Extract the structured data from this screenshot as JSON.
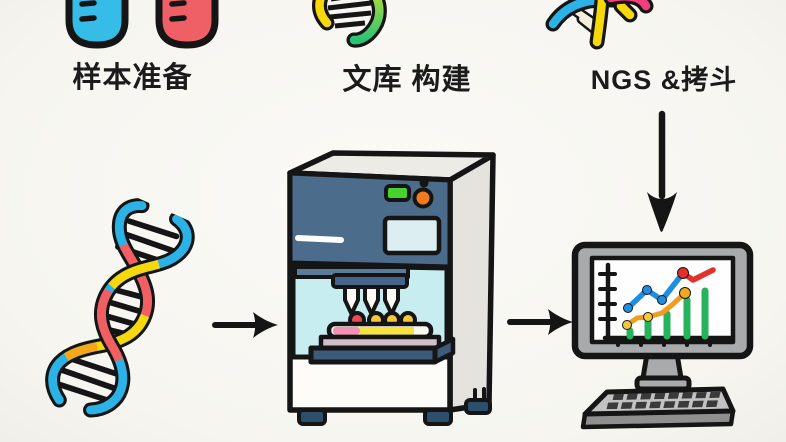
{
  "title": "NGS workflow cartoon diagram",
  "background_color": "#f8f7f3",
  "outline_color": "#151515",
  "steps": [
    {
      "id": "sample-prep",
      "label": "样本准备",
      "icon": "test-tubes-icon"
    },
    {
      "id": "library-construction",
      "label": "文库 构建",
      "icon": "dna-segment-icon"
    },
    {
      "id": "ngs-sequencing",
      "label": "NGS &拷斗",
      "icon": "dna-strand-icon"
    }
  ],
  "pipeline": {
    "source_icon": "dna-double-helix-icon",
    "machine_icon": "sequencer-machine-icon",
    "output_icon": "analysis-computer-icon",
    "connectors": [
      "arrow-right",
      "arrow-right",
      "arrow-down"
    ]
  },
  "colors": {
    "tube_blue": "#35bde8",
    "tube_red": "#ef5f66",
    "dna_blue": "#2bb3e8",
    "dna_red": "#f15f63",
    "dna_yellow": "#f6d80c",
    "dna_orange": "#f5a81c",
    "dna_green": "#35c96e",
    "dna_pink": "#f23f7c",
    "machine_panel_blue": "#4c6c8c",
    "machine_chamber_cyan": "#c7edf1",
    "machine_body_white": "#fdfcf9",
    "led_green": "#46d42a",
    "button_orange": "#f07a1e",
    "well_red": "#ee4b4e",
    "well_yellow": "#f3c93c",
    "plate_pink": "#f590b4",
    "plate_yellow": "#f7e33c",
    "platform_blue": "#3c5a7a",
    "foot_blue": "#2d4f6e",
    "monitor_gray": "#a8aaac",
    "keyboard_gray": "#c2c2c2",
    "key_dark": "#3a3a3a",
    "chart_bar_green": "#27b35c",
    "chart_line_blue": "#1e8fe0",
    "chart_line_red": "#e3302a",
    "chart_line_orange": "#f09c1e"
  },
  "monitor_chart": {
    "type": "mixed",
    "bars": {
      "color": "#27b35c",
      "relative_heights": [
        0.15,
        0.33,
        0.5,
        0.78,
        0.97
      ]
    },
    "lines": [
      {
        "name": "blue-line",
        "color": "#1e8fe0",
        "trend": "rising-zigzag"
      },
      {
        "name": "orange-line",
        "color": "#f09c1e",
        "trend": "rising"
      },
      {
        "name": "red-line",
        "color": "#e3302a",
        "trend": "rising"
      }
    ],
    "axis_tick_labels_visible": false
  }
}
